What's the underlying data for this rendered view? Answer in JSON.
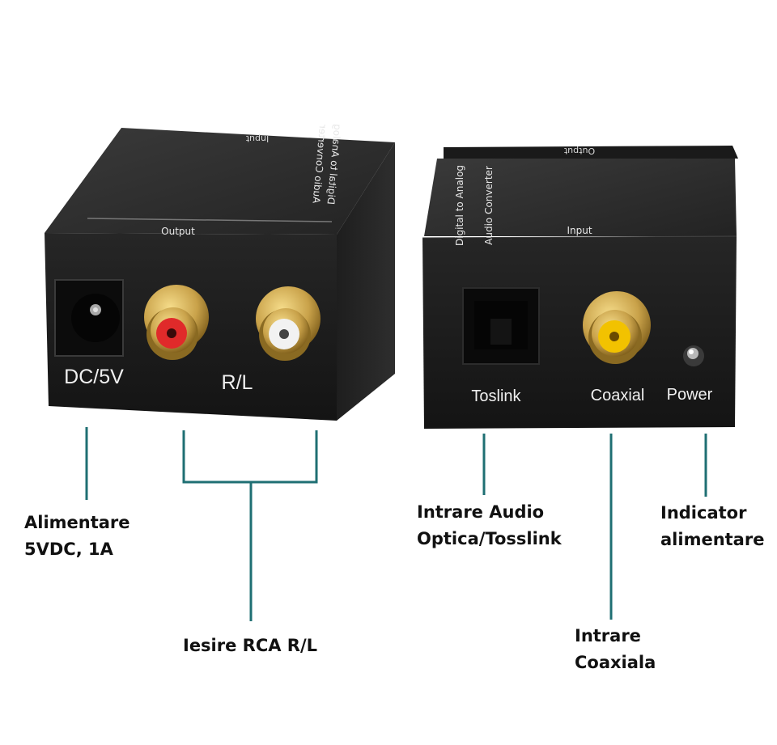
{
  "colors": {
    "leader_line": "#1f6f73",
    "device_body": "#2a2a2a",
    "device_face": "#1b1b1b",
    "gold": "#c9a24a",
    "rca_red": "#e02a2a",
    "rca_white": "#f2f2f2",
    "rca_yellow": "#f2c200",
    "silkscreen": "#e8e8e8"
  },
  "left_device": {
    "top_text_line1": "Digital to Analog",
    "top_text_line2": "Audio Converter",
    "top_input_text": "Input",
    "output_label": "Output",
    "dc_label": "DC/5V",
    "rl_label": "R/L"
  },
  "right_device": {
    "top_text_line1": "Digital to Analog",
    "top_text_line2": "Audio Converter",
    "top_output_text": "Output",
    "input_label": "Input",
    "toslink_label": "Toslink",
    "coaxial_label": "Coaxial",
    "power_label": "Power"
  },
  "callouts": {
    "power_supply": {
      "line1": "Alimentare",
      "line2": "5VDC, 1A"
    },
    "rca_output": {
      "line1": "Iesire RCA R/L"
    },
    "optical_input": {
      "line1": "Intrare Audio",
      "line2": "Optica/Tosslink"
    },
    "power_indicator": {
      "line1": "Indicator",
      "line2": "alimentare"
    },
    "coaxial_input": {
      "line1": "Intrare",
      "line2": "Coaxiala"
    }
  }
}
